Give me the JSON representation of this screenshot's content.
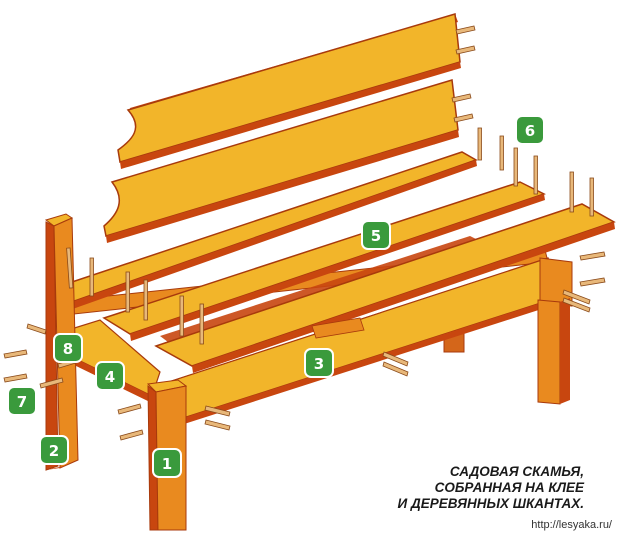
{
  "diagram": {
    "caption": [
      "САДОВАЯ СКАМЬЯ,",
      "СОБРАННАЯ НА КЛЕЕ",
      "И ДЕРЕВЯННЫХ ШКАНТАХ."
    ],
    "watermark": "http://lesyaka.ru/",
    "part_labels": [
      "1",
      "2",
      "3",
      "4",
      "5",
      "6",
      "7",
      "8"
    ],
    "colors": {
      "board_top": "#f2b52a",
      "board_edge": "#c8460f",
      "leg_front": "#e98a1f",
      "leg_side": "#d4661a",
      "badge": "#3a9a3c",
      "dowel": "#e8b87a"
    }
  }
}
